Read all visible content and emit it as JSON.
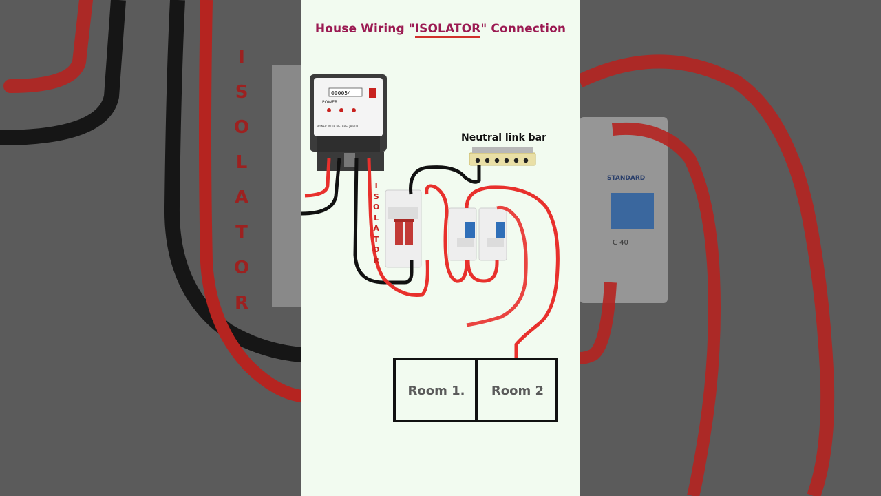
{
  "title": {
    "prefix": "House Wiring \"",
    "highlight": "ISOLATOR",
    "suffix": "\" Connection"
  },
  "labels": {
    "neutral_link_bar": "Neutral link bar",
    "isolator_vertical": [
      "I",
      "S",
      "O",
      "L",
      "A",
      "T",
      "O",
      "R"
    ],
    "room1": "Room 1.",
    "room2": "Room 2"
  },
  "meter": {
    "brand": "POWER",
    "reading": "000054",
    "footer": "POWER INDIA METERS, JAIPUR"
  },
  "right_panel": {
    "brand": "STANDARD",
    "rating": "C 40"
  },
  "colors": {
    "title": "#9b1a52",
    "live_wire": "#e8302c",
    "neutral_wire": "#111111",
    "background": "#f2fbf0",
    "room_text": "#5b5b5b"
  }
}
